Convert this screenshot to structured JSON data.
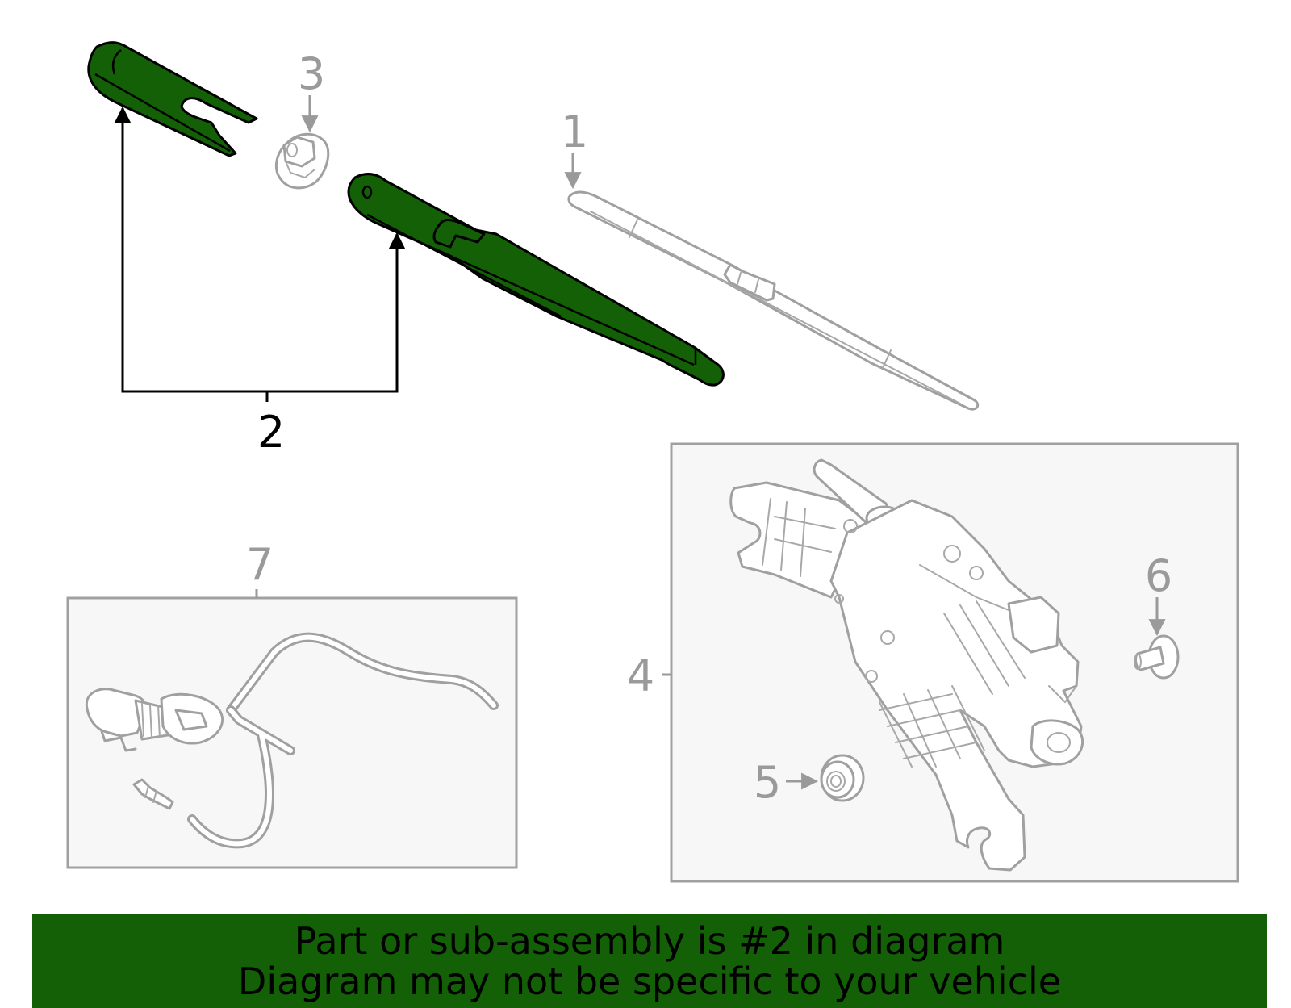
{
  "callouts": {
    "c1": "1",
    "c2": "2",
    "c3": "3",
    "c4": "4",
    "c5": "5",
    "c6": "6",
    "c7": "7"
  },
  "highlighted_part": "2",
  "colors": {
    "highlight": "#136006",
    "banner": "#136006",
    "muted": "#9a9a9a",
    "box_fill": "#f7f7f7"
  },
  "banner": {
    "line1": "Part or sub-assembly is #2 in diagram",
    "line2": "Diagram may not be specific to your vehicle"
  }
}
